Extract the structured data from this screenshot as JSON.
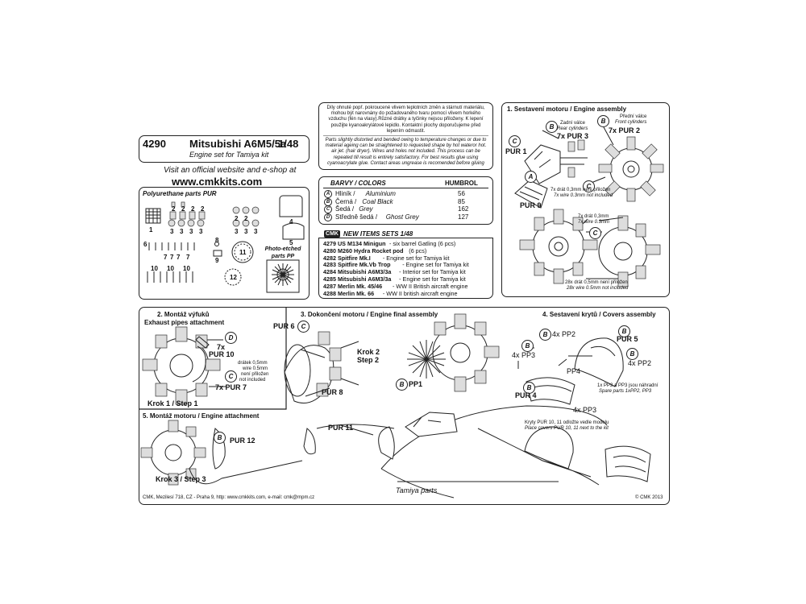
{
  "header": {
    "number": "4290",
    "title": "Mitsubishi A6M5/5a",
    "scale": "1/48",
    "subtitle": "Engine set for Tamiya kit",
    "website_line1": "Visit an official website and e-shop at",
    "website_line2": "www.cmkkits.com"
  },
  "parts": {
    "title": "Polyurethane parts PUR",
    "pp_label": "Photo-etched parts PP",
    "numbers": [
      "1",
      "2",
      "2",
      "2",
      "2",
      "3",
      "3",
      "3",
      "3",
      "4",
      "5",
      "6",
      "7",
      "7",
      "7",
      "7",
      "8",
      "9",
      "10",
      "10",
      "10",
      "11",
      "12",
      "3",
      "3",
      "3",
      "2",
      "2"
    ]
  },
  "note_cz": "Díly ohnuté popř. pokroucené vlivem teplotních změn a stárnutí materiálu, mohou být narovnány do požadovaného tvaru pomocí vlivem horkého vzduchu (fén na vlasy).Různé drátky a tyčinky nejsou přiloženy. K lepení použijte kyanoakrylátové lepidlo. Kontaktní plochy doporučujeme před lepením odmastit.",
  "note_en": "Parts slightly distorted and bended owing to temperature changes or due to material ageing can be straightened to requested shape by hot wateror hot. air jet. (hair dryer). Wires and holes not included. This process can be repeated till result is entirely satisfactory. For best results glue using cyanoacrylate glue. Contact areas ungrease is recomended before gluing",
  "colors": {
    "header_left": "BARVY / COLORS",
    "header_right": "HUMBROL",
    "rows": [
      {
        "letter": "A",
        "cz": "Hliník /",
        "en": "Aluminium",
        "code": "56"
      },
      {
        "letter": "B",
        "cz": "Černá /",
        "en": "Coal Black",
        "code": "85"
      },
      {
        "letter": "C",
        "cz": "Šedá /",
        "en": "Grey",
        "code": "162"
      },
      {
        "letter": "D",
        "cz": "Středně šedá /",
        "en": "Ghost Grey",
        "code": "127"
      }
    ]
  },
  "new_items": {
    "title": "NEW ITEMS SETS  1/48",
    "rows": [
      {
        "code": "4279 US M134 Minigun",
        "desc": " - six barrel Gatling (6 pcs)"
      },
      {
        "code": "4280 M260 Hydra Rocket pod",
        "desc": " (6 pcs)"
      },
      {
        "code": "4282 Spitfire Mk.I",
        "desc": " - Engine set for Tamiya kit"
      },
      {
        "code": "4283 Spitfire Mk.Vb Trop",
        "desc": " - Engine set for Tamiya kit"
      },
      {
        "code": "4284 Mitsubishi A6M3/3a",
        "desc": " - Interior set for Tamiya kit"
      },
      {
        "code": "4285 Mitsubishi A6M3/3a",
        "desc": " - Engine set for Tamiya kit"
      },
      {
        "code": "4287 Merlin Mk. 45/46",
        "desc": " - WW II British aircraft engine"
      },
      {
        "code": "4288 Merlin Mk. 66",
        "desc": " - WW II british aircraft engine"
      }
    ]
  },
  "step1": {
    "title": "1. Sestavení motoru / Engine assembly",
    "rear_cz": "Zadní válce",
    "rear_en": "Rear cylinders",
    "rear_qty": "7x PUR 3",
    "front_cz": "Přední válce",
    "front_en": "Front cylinders",
    "front_qty": "7x PUR 2",
    "pur1": "PUR 1",
    "pur9": "PUR 9",
    "wire1_cz": "7x drát 0,3mm není přiložen",
    "wire1_en": "7x wire 0.3mm not included",
    "wire2_cz": "7x drát 0,3mm",
    "wire2_en": "7x wire 0.3mm",
    "wire3_cz": "28x drát 0,5mm není přiložen",
    "wire3_en": "28x wire 0.5mm not included"
  },
  "step2": {
    "title_cz": "2. Montáž výfuků",
    "title_en": "Exhaust pipes attachment",
    "pur10a": "7x",
    "pur10b": "PUR 10",
    "pur7": "7x PUR 7",
    "krok": "Krok 1 / Step 1"
  },
  "step3": {
    "title": "3. Dokončení motoru / Engine final assembly",
    "pur6": "PUR 6",
    "pur8": "PUR 8",
    "pp1": "PP1",
    "wire_cz1": "drátek 0,5mm",
    "wire_en1": "wire 0.5mm",
    "wire_cz2": "není přiložen",
    "wire_en2": "not included",
    "krok2a": "Krok 2",
    "krok2b": "Step 2"
  },
  "step4": {
    "title": "4. Sestavení krytů / Covers assembly",
    "pp2a": "4x PP2",
    "pp2b": "4x PP2",
    "pp3a": "4x PP3",
    "pp3b": "4x PP3",
    "pur5": "PUR 5",
    "pur4": "PUR 4",
    "pp4": "PP4",
    "spare_cz": "1x PP2 a PP3 jsou náhradní",
    "spare_en": "Spare parts 1xPP2, PP3",
    "place_cz": "Kryty PUR 10, 11 odložte vedle modelu",
    "place_en": "Place covers PUR 10, 11 next to the kit"
  },
  "step5": {
    "title": "5. Montáž motoru / Engine attachment",
    "pur12": "PUR 12",
    "pur11": "PUR 11",
    "krok": "Krok 3 / Step 3",
    "tamiya": "Tamiya parts"
  },
  "footer": {
    "address": "CMK, Mezilesí 718, CZ - Praha 9,  http: www.cmkkits.com, e-mail: cmk@mpm.cz",
    "copyright": "© CMK 2013"
  }
}
